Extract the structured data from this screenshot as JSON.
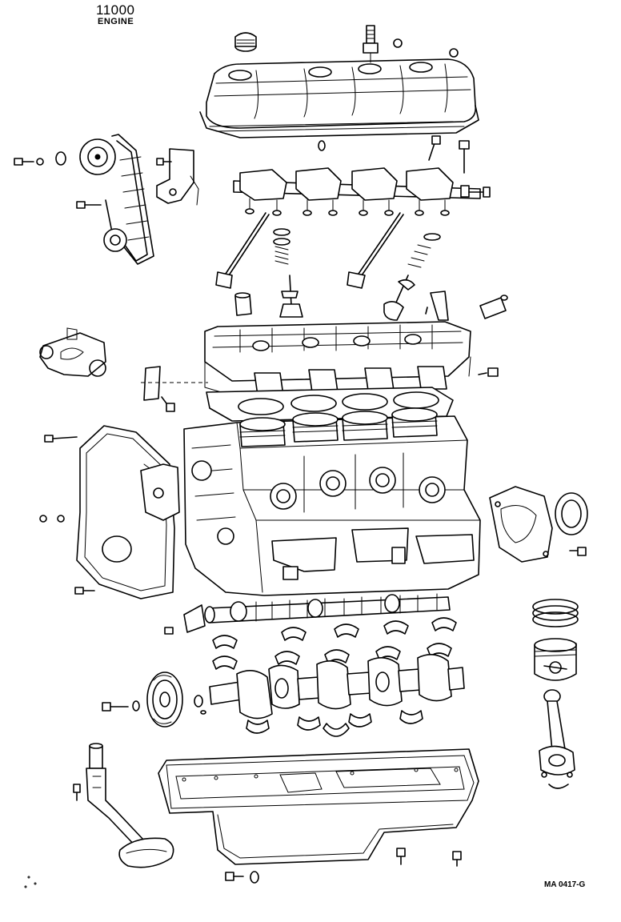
{
  "header": {
    "group_code": "11000",
    "title": "ENGINE"
  },
  "footer": {
    "figure_code": "MA 0417-G"
  },
  "parts": [
    "cylinder-head-cover",
    "oil-filler-cap",
    "spark-plug",
    "rocker-shaft-assembly",
    "push-rod",
    "valve",
    "valve-spring",
    "valve-lifter",
    "timing-chain",
    "camshaft-sprocket",
    "crankshaft-sprocket",
    "chain-tensioner",
    "water-pump",
    "cylinder-head",
    "cylinder-head-gasket",
    "cylinder-block",
    "timing-chain-cover",
    "rear-oil-seal-retainer",
    "rear-oil-seal",
    "camshaft",
    "crankshaft",
    "crankshaft-bearing",
    "crankshaft-pulley",
    "oil-pump-strainer",
    "oil-pan",
    "piston",
    "piston-rings",
    "connecting-rod"
  ]
}
